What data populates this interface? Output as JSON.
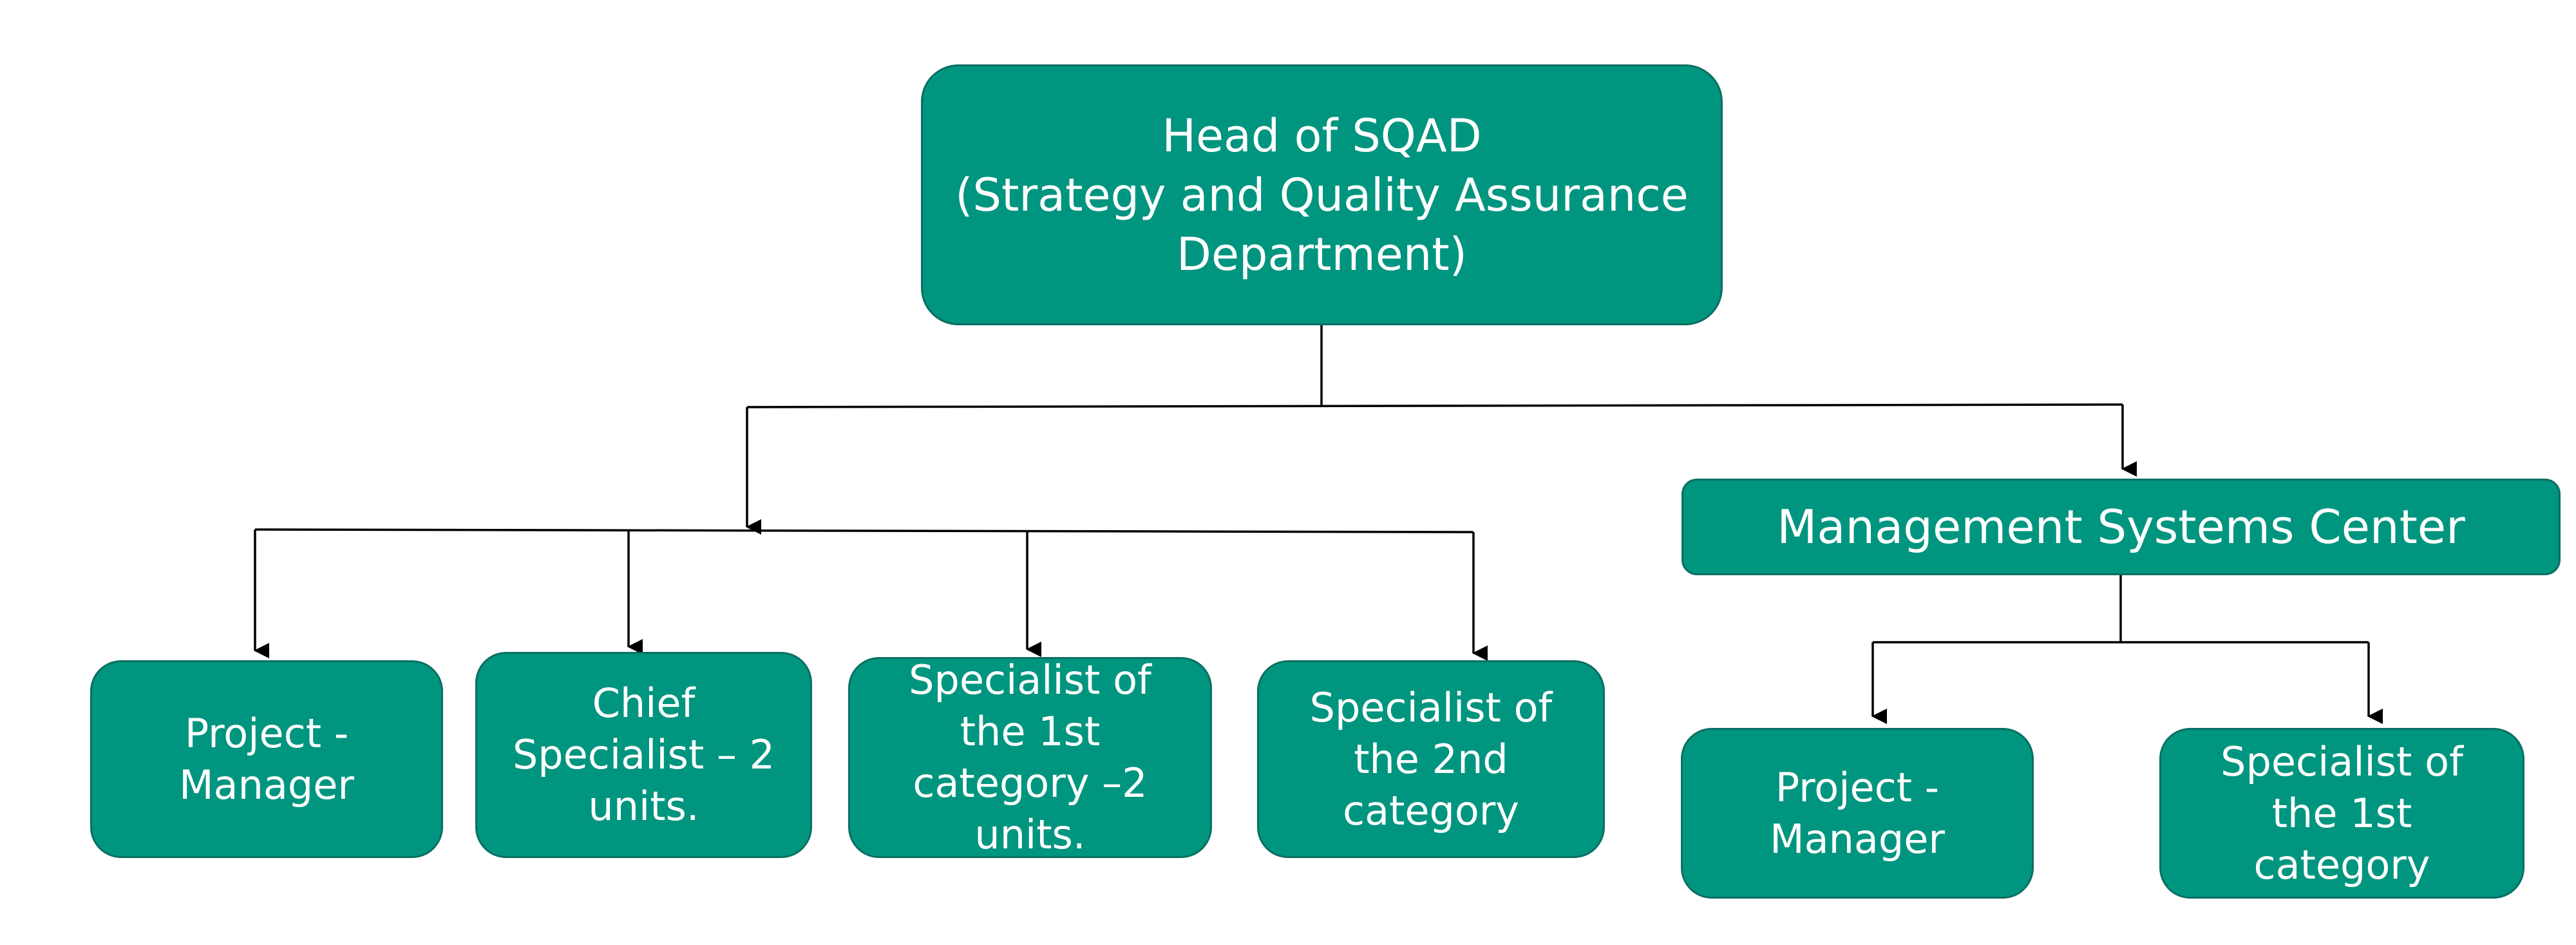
{
  "diagram": {
    "head": "Head of SQAD\n(Strategy and Quality Assurance\nDepartment)",
    "center": "Management Systems Center",
    "head_reports": [
      "Project -\nManager",
      "Chief\nSpecialist – 2\nunits.",
      "Specialist of\nthe 1st\ncategory –2\nunits.",
      "Specialist of\nthe 2nd\ncategory"
    ],
    "center_reports": [
      "Project -\nManager",
      "Specialist of\nthe 1st\ncategory"
    ],
    "colors": {
      "box_fill": "#00957f",
      "box_border": "#0b6f62",
      "box_text": "#ffffff",
      "connector": "#000000"
    }
  }
}
